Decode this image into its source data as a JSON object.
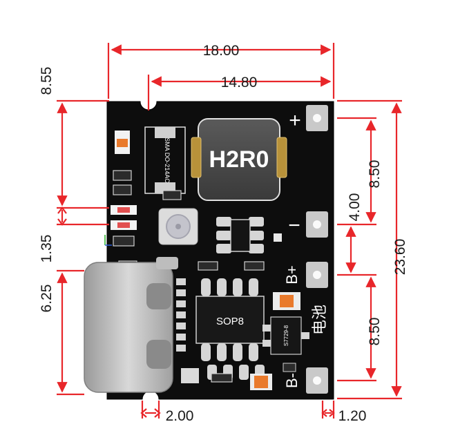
{
  "dimensions": {
    "total_width": "18.00",
    "mount_span": "14.80",
    "upper_left_gap": "8.55",
    "left_small_gap": "1.35",
    "usb_offset": "6.25",
    "pad_pitch_top": "8.50",
    "pad_pitch_bottom": "8.50",
    "mid_gap": "4.00",
    "total_height": "23.60",
    "notch_width": "2.00",
    "edge_gap": "1.20"
  },
  "board": {
    "inductor_label": "H2R0",
    "ic_label": "SOP8",
    "pad_plus": "+",
    "pad_minus": "−",
    "pad_bplus": "B+",
    "pad_bminus": "B-",
    "battery_chars": "电池",
    "diode_code": "SMA DO-214AC",
    "chip_code": "S7729-8"
  },
  "colors": {
    "pcb": "#0d0d0d",
    "dimension": "#e8262a",
    "pad": "#c9c9c9",
    "copper": "#d8d8d8",
    "smd_orange": "#e97a2c"
  }
}
